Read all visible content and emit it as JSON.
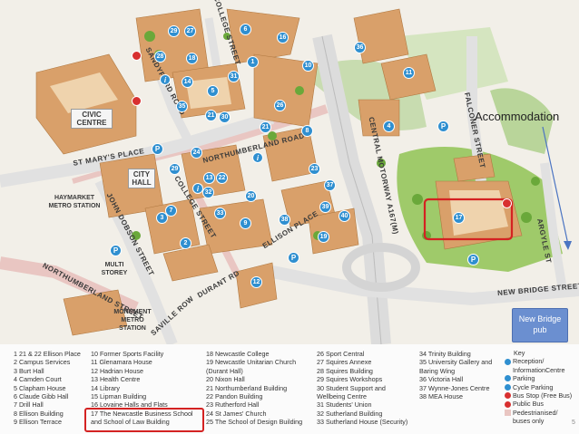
{
  "map": {
    "road_labels": {
      "sandyford": "SANDYFORD ROAD",
      "college_st_top": "COLLEGE STREET",
      "northumberland_rd": "NORTHUMBERLAND ROAD",
      "st_marys": "ST MARY'S PLACE",
      "central_motorway": "CENTRAL MOTORWAY A167(M)",
      "falconer": "FALCONER STREET",
      "john_dobson": "JOHN DOBSON STREET",
      "college_st": "COLLEGE STREET",
      "ellison": "ELLISON PLACE",
      "durant": "DURANT RD",
      "northumberland_st": "NORTHUMBERLAND STREET",
      "saville": "SAVILLE ROW",
      "new_bridge": "NEW BRIDGE STREET",
      "argyle": "ARGYLE ST"
    },
    "place_labels": {
      "civic_centre": "CIVIC CENTRE",
      "city_hall": "CITY HALL",
      "haymarket": "HAYMARKET METRO STATION",
      "multi_storey": "MULTI STOREY",
      "monument": "MONUMENT METRO STATION"
    },
    "callouts": {
      "accommodation": "Accommodation",
      "pub_line1": "New Bridge",
      "pub_line2": "pub"
    },
    "building_markers": [
      "29",
      "27",
      "6",
      "16",
      "28",
      "18",
      "10",
      "36",
      "11",
      "1",
      "31",
      "14",
      "35",
      "21",
      "30",
      "26",
      "4",
      "5",
      "2",
      "24",
      "22",
      "29",
      "32",
      "13",
      "23",
      "37",
      "8",
      "9",
      "38",
      "20",
      "3",
      "7",
      "39",
      "40",
      "12",
      "19",
      "33",
      "17",
      "21"
    ],
    "highlight_marker": "17"
  },
  "legend": {
    "col1": [
      "1 21 & 22 Ellison Place",
      "2 Campus Services",
      "3 Burt Hall",
      "4 Camden Court",
      "5 Clapham House",
      "6 Claude Gibb Hall",
      "7 Drill Hall",
      "8 Ellison Building",
      "9 Ellison Terrace"
    ],
    "col2": [
      "10 Former Sports Facility",
      "11 Glenamara House",
      "12 Hadrian House",
      "13 Health Centre",
      "14 Library",
      "15 Lipman Building",
      "16 Lovaine Halls and Flats",
      "17 The Newcastle Business School",
      "and School of Law Building"
    ],
    "col3": [
      "18 Newcastle College",
      "19 Newcastle Unitarian Church",
      "(Durant Hall)",
      "20 Nixon Hall",
      "21 Northumberland Building",
      "22 Pandon Building",
      "23 Rutherford Hall",
      "24 St James' Church",
      "25 The School of Design Building"
    ],
    "col4": [
      "26 Sport Central",
      "27 Squires Annexe",
      "28 Squires Building",
      "29 Squires Workshops",
      "30 Student Support and",
      "Wellbeing Centre",
      "31 Students' Union",
      "32 Sutherland Building",
      "33 Sutherland House (Security)"
    ],
    "col5": [
      "34 Trinity Building",
      "35 University Gallery and",
      "Baring Wing",
      "36 Victoria Hall",
      "37 Wynne-Jones Centre",
      "38 MEA House"
    ],
    "key": {
      "title": "Key",
      "items": [
        "Reception/",
        "InformationCentre",
        "Parking",
        "Cycle Parking",
        "Bus Stop (Free Bus)",
        "Public Bus",
        "Pedestrianised/",
        "buses only"
      ]
    }
  },
  "page_number": "5",
  "colors": {
    "building": "#d9a06a",
    "roof": "#e8c49a",
    "road": "#e6e6e6",
    "green": "#8fbf5a",
    "marker": "#2f8fd0",
    "highlight": "#d42222",
    "pub_box": "#6b8fd0"
  }
}
